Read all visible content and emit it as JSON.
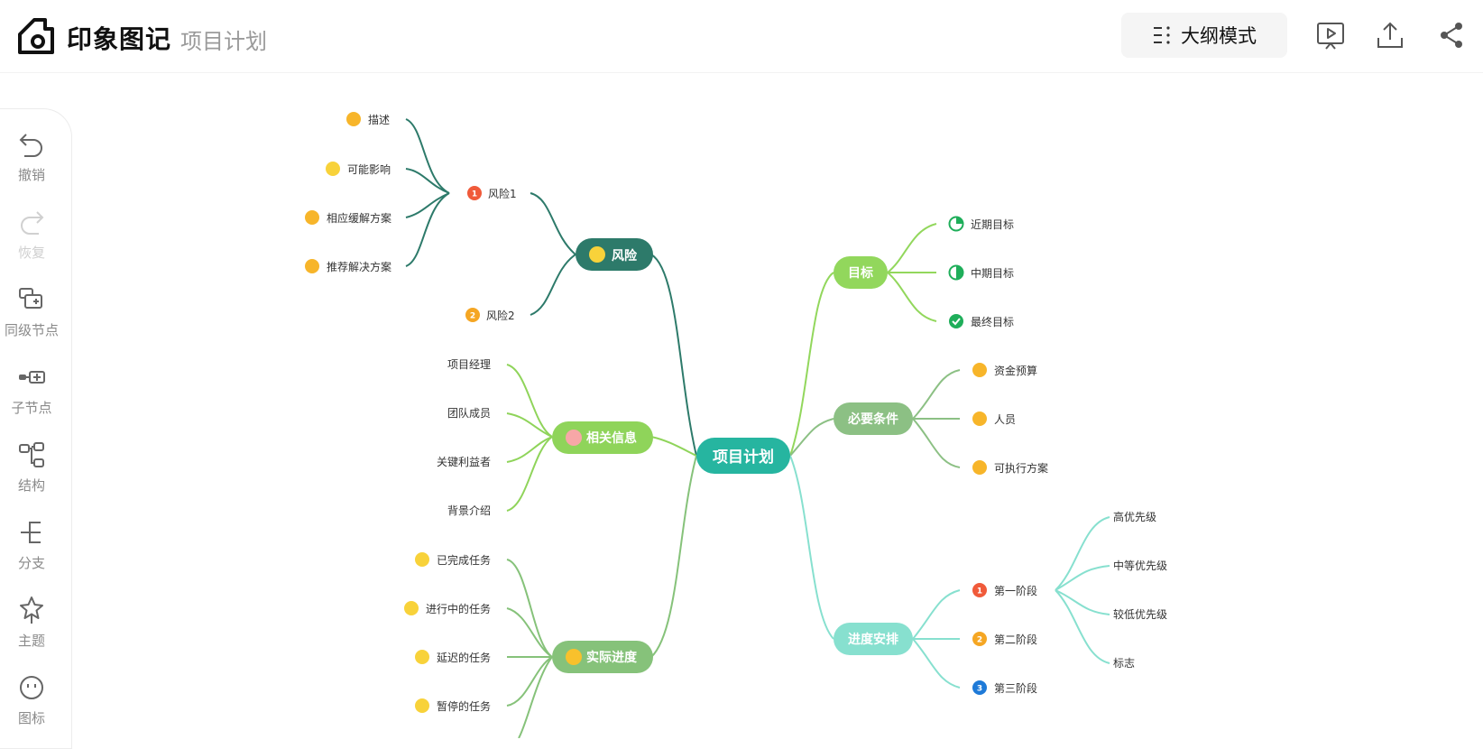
{
  "app": {
    "name": "印象图记",
    "doc_title": "项目计划"
  },
  "header": {
    "outline_label": "大纲模式",
    "icons": [
      "outline-icon",
      "present-icon",
      "upload-icon",
      "share-icon"
    ]
  },
  "toolbar": {
    "items": [
      {
        "label": "撤销",
        "icon": "undo-icon",
        "enabled": true
      },
      {
        "label": "恢复",
        "icon": "redo-icon",
        "enabled": false
      },
      {
        "label": "同级节点",
        "icon": "sibling-node-icon",
        "enabled": true
      },
      {
        "label": "子节点",
        "icon": "child-node-icon",
        "enabled": true
      },
      {
        "label": "结构",
        "icon": "structure-icon",
        "enabled": true
      },
      {
        "label": "分支",
        "icon": "branch-icon",
        "enabled": true
      },
      {
        "label": "主题",
        "icon": "theme-icon",
        "enabled": true
      },
      {
        "label": "图标",
        "icon": "emoji-icon",
        "enabled": true
      }
    ]
  },
  "mindmap": {
    "root": "项目计划",
    "colors": {
      "root": "#26b5a0",
      "risk": "#2d7a6a",
      "info": "#8fd45a",
      "progress": "#86c27a",
      "goal": "#92d75c",
      "required": "#8cc084",
      "schedule": "#87e0cf"
    },
    "branches": {
      "risk": {
        "label": "风险",
        "children": [
          {
            "label": "风险1",
            "children": [
              "描述",
              "可能影响",
              "相应缓解方案",
              "推荐解决方案"
            ]
          },
          {
            "label": "风险2"
          }
        ]
      },
      "info": {
        "label": "相关信息",
        "children": [
          "项目经理",
          "团队成员",
          "关键利益者",
          "背景介绍"
        ]
      },
      "progress": {
        "label": "实际进度",
        "children": [
          "已完成任务",
          "进行中的任务",
          "延迟的任务",
          "暂停的任务"
        ]
      },
      "goal": {
        "label": "目标",
        "children": [
          "近期目标",
          "中期目标",
          "最终目标"
        ]
      },
      "required": {
        "label": "必要条件",
        "children": [
          "资金预算",
          "人员",
          "可执行方案"
        ]
      },
      "schedule": {
        "label": "进度安排",
        "children": [
          {
            "label": "第一阶段",
            "children": [
              "高优先级",
              "中等优先级",
              "较低优先级",
              "标志"
            ]
          },
          {
            "label": "第二阶段"
          },
          {
            "label": "第三阶段"
          }
        ]
      }
    },
    "marker_glyphs": {
      "priority1": "1",
      "priority2": "2",
      "priority3": "3"
    }
  }
}
